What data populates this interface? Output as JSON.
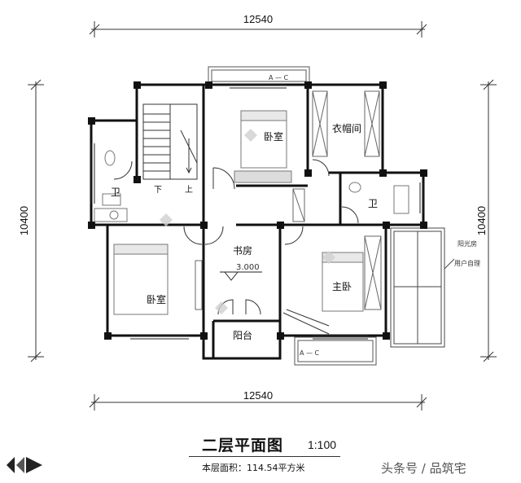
{
  "dimensions": {
    "top_width": "12540",
    "bottom_width": "12540",
    "left_height": "10400",
    "right_height": "10400"
  },
  "rooms": {
    "bedroom_top": "卧室",
    "wardrobe": "衣帽间",
    "bath_left": "卫",
    "bath_right": "卫",
    "stair_down": "下",
    "stair_up": "上",
    "study": "书房",
    "bedroom_left": "卧室",
    "master_bedroom": "主卧",
    "balcony": "阳台"
  },
  "level_mark": "3.000",
  "sunroom_note": [
    "阳光房",
    "用户自理"
  ],
  "title": {
    "main": "二层平面图",
    "scale": "1:100",
    "area": "本层面积：114.54平方米"
  },
  "watermark": "头条号 / 品筑宅",
  "colors": {
    "wall": "#111111",
    "line": "#333333",
    "furniture": "#777777",
    "logo": "#222222"
  }
}
